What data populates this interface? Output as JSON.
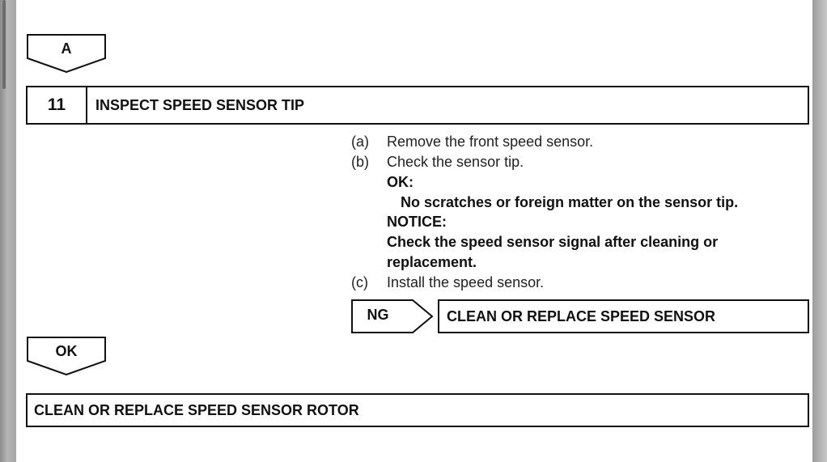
{
  "marker_a": {
    "label": "A"
  },
  "step": {
    "number": "11",
    "title": "INSPECT SPEED SENSOR TIP"
  },
  "instructions": {
    "a_marker": "(a)",
    "a_text": "Remove the front speed sensor.",
    "b_marker": "(b)",
    "b_text": "Check the sensor tip.",
    "ok_heading": "OK:",
    "ok_text": "No scratches or foreign matter on the sensor tip.",
    "notice_heading": "NOTICE:",
    "notice_line1": "Check the speed sensor signal after cleaning or",
    "notice_line2": "replacement.",
    "c_marker": "(c)",
    "c_text": "Install the speed sensor."
  },
  "ng_branch": {
    "label": "NG",
    "result": "CLEAN OR REPLACE SPEED SENSOR"
  },
  "ok_branch": {
    "label": "OK"
  },
  "final_action": "CLEAN OR REPLACE SPEED SENSOR ROTOR"
}
